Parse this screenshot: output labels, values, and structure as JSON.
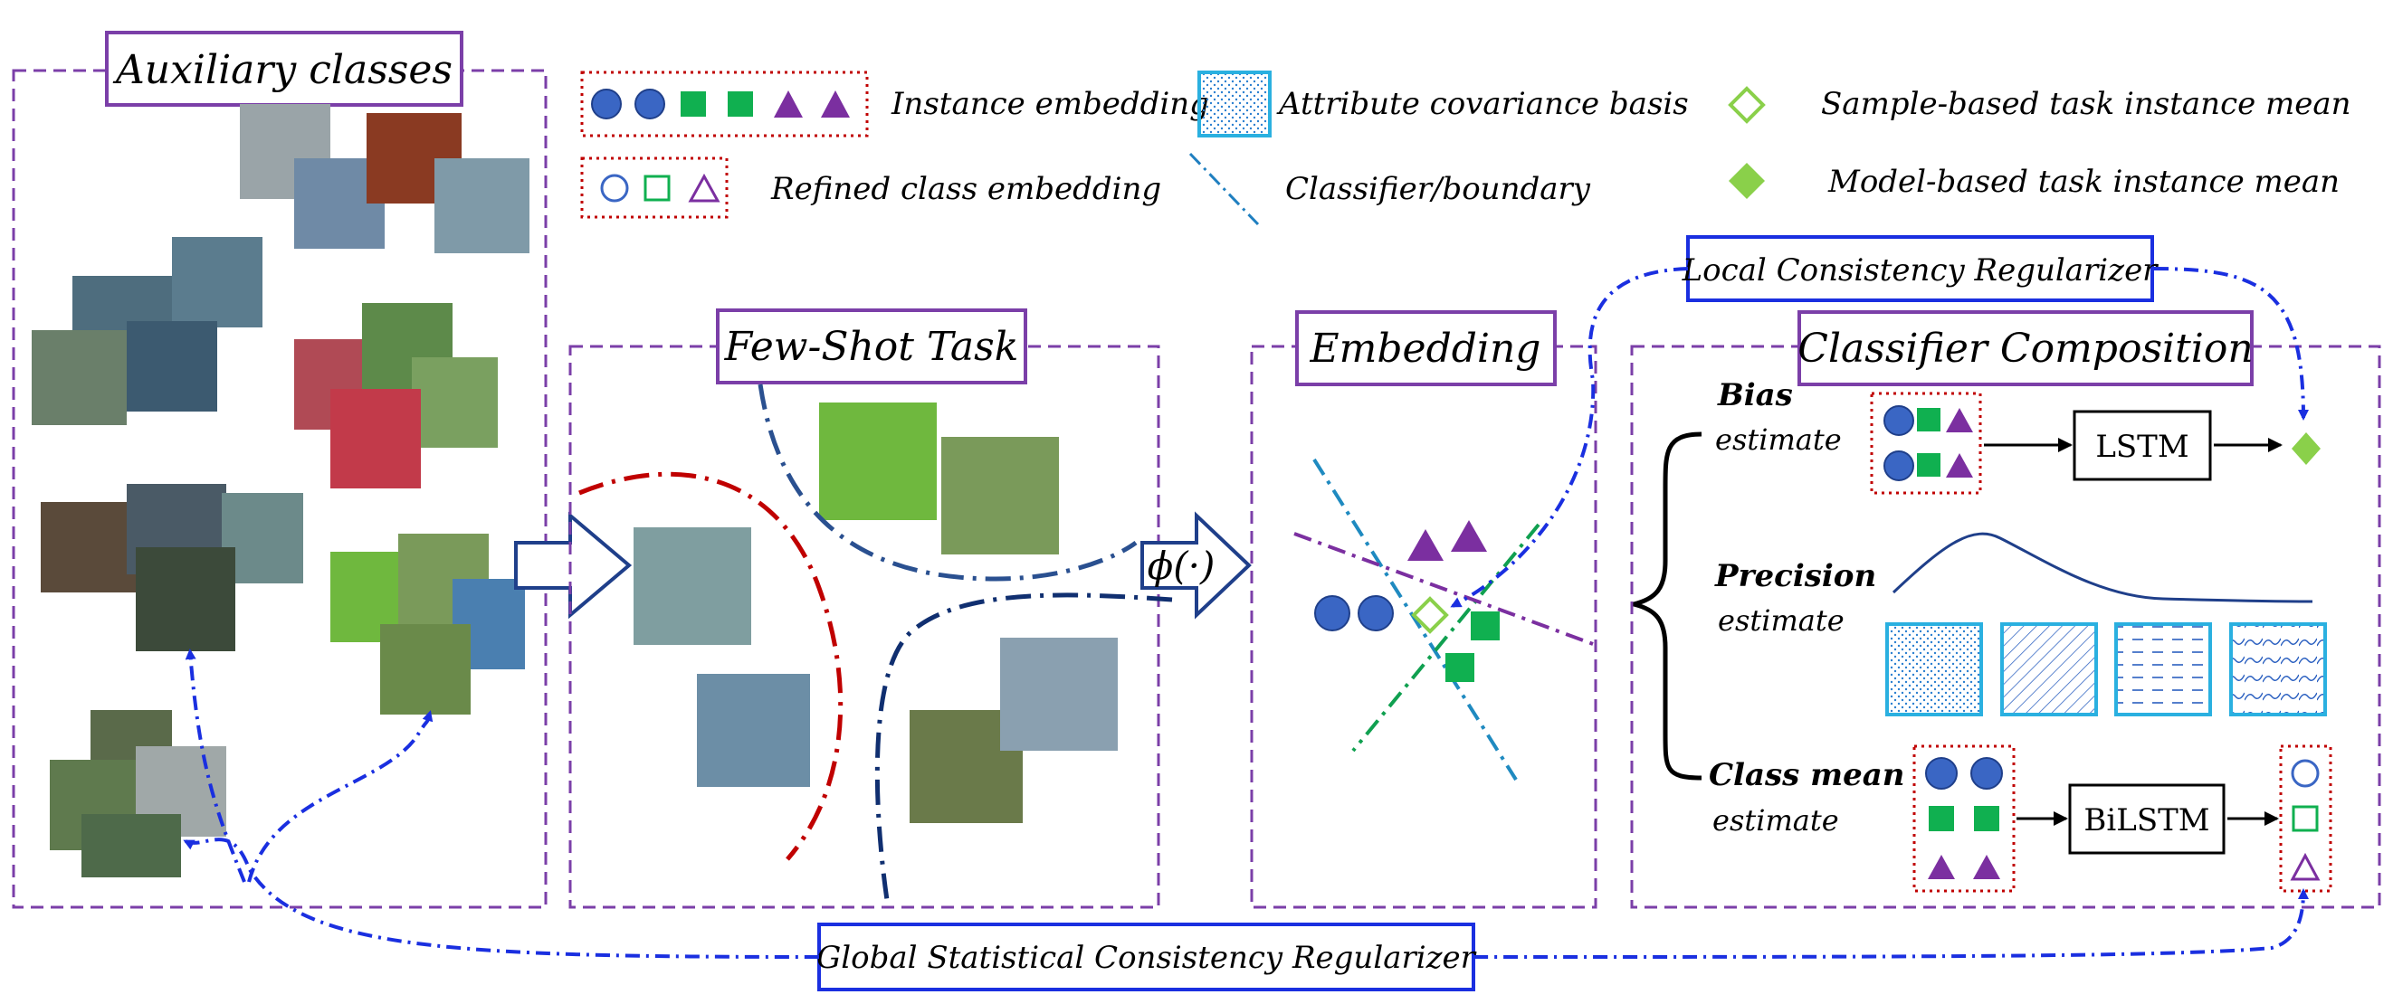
{
  "panels": {
    "auxiliary": {
      "title": "Auxiliary classes"
    },
    "fewshot": {
      "title": "Few-Shot Task"
    },
    "embedding": {
      "title": "Embedding",
      "operator": "ϕ(·)"
    },
    "classifier": {
      "title": "Classifier Composition"
    }
  },
  "legend": {
    "instance_embedding": "Instance embedding",
    "refined_class_embedding": "Refined class embedding",
    "attribute_covariance_basis": "Attribute covariance basis",
    "classifier_boundary": "Classifier/boundary",
    "sample_based_mean": "Sample-based task instance mean",
    "model_based_mean": "Model-based task instance mean"
  },
  "regularizers": {
    "local": "Local Consistency Regularizer",
    "global": "Global Statistical Consistency Regularizer"
  },
  "composition": {
    "bias": {
      "title": "Bias",
      "sub": "estimate",
      "module": "LSTM"
    },
    "precision": {
      "title": "Precision",
      "sub": "estimate"
    },
    "class_mean": {
      "title": "Class mean",
      "sub": "estimate",
      "module": "BiLSTM"
    }
  },
  "colors": {
    "panel_border": "#7b3fa8",
    "circle": "#3a66c4",
    "square": "#10b050",
    "triangle": "#7b2fa0",
    "diamond": "#8ad04a",
    "regularizer": "#1a2fe0",
    "legend_box": "#c00000",
    "covariance": "#2ab0e0"
  }
}
